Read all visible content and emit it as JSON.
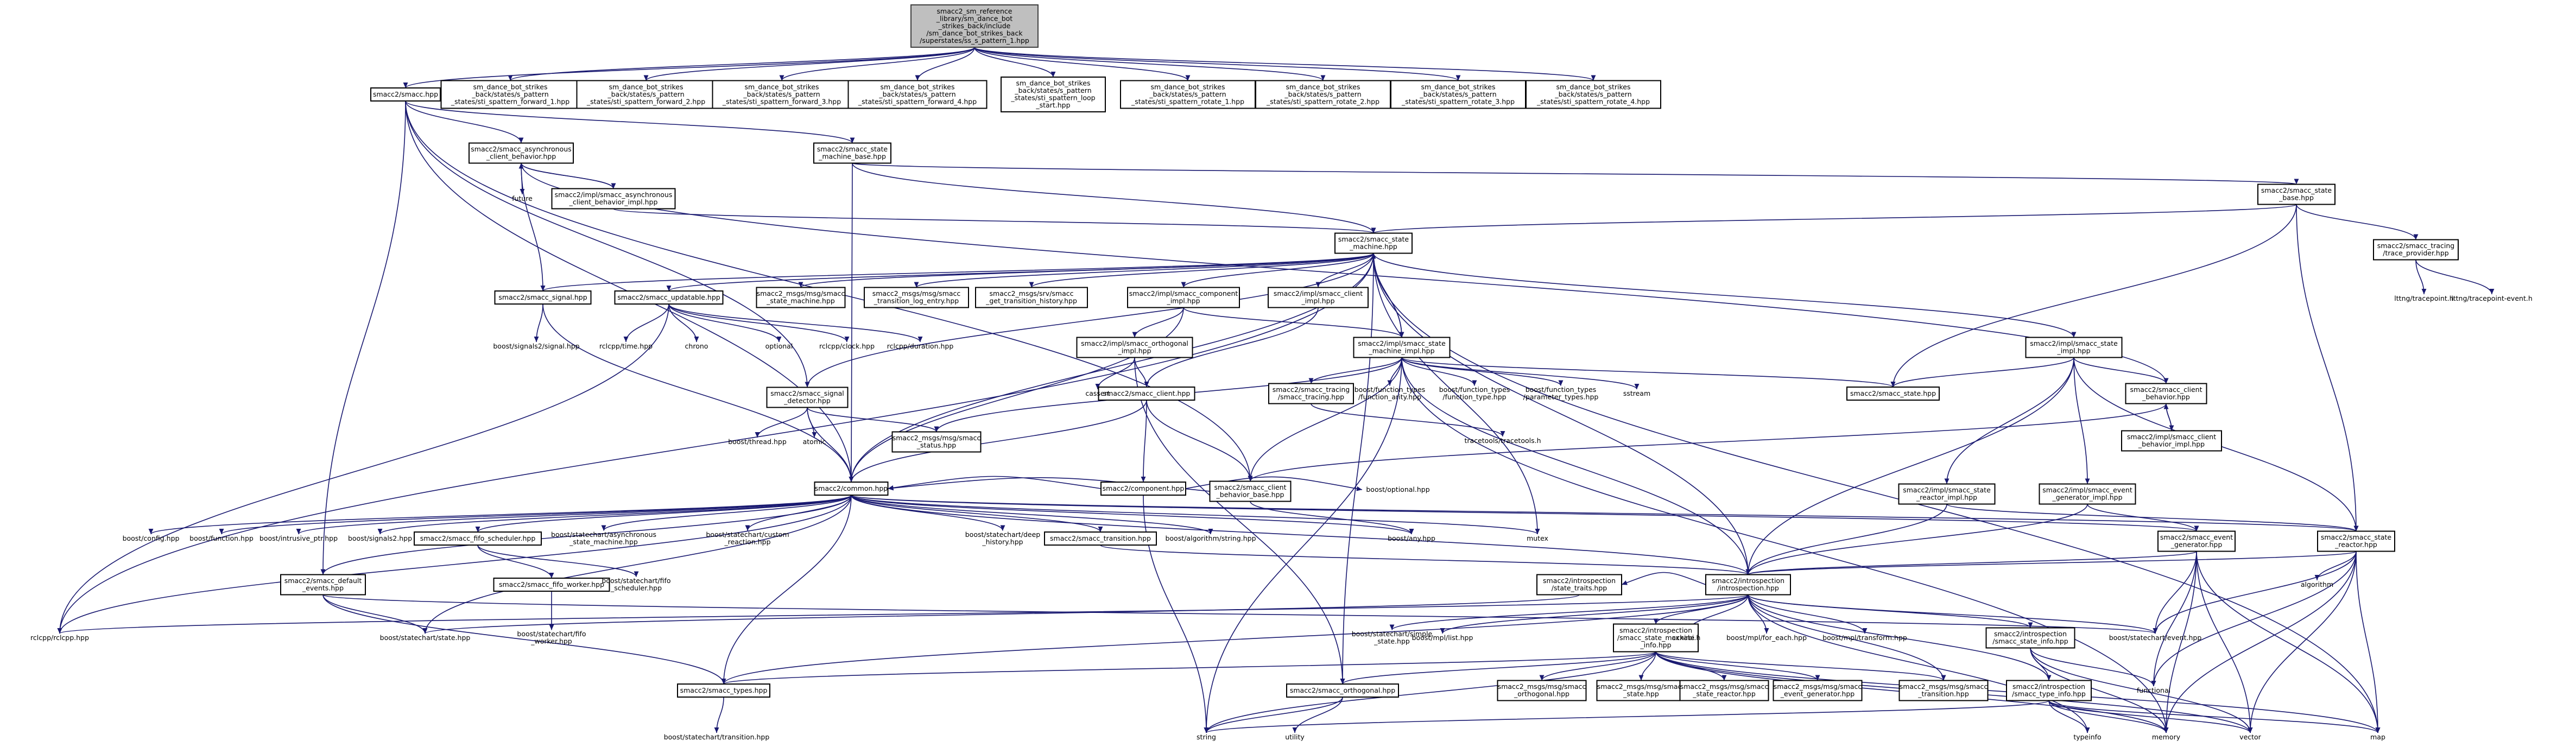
{
  "diagram": {
    "root": {
      "id": "root",
      "lines": [
        "smacc2_sm_reference",
        "_library/sm_dance_bot",
        "_strikes_back/include",
        "/sm_dance_bot_strikes_back",
        "/superstates/ss_s_pattern_1.hpp"
      ]
    },
    "boxes": [
      {
        "id": "smacc_hpp",
        "lines": [
          "smacc2/smacc.hpp"
        ]
      },
      {
        "id": "fwd1",
        "lines": [
          "sm_dance_bot_strikes",
          "_back/states/s_pattern",
          "_states/sti_spattern_forward_1.hpp"
        ]
      },
      {
        "id": "fwd2",
        "lines": [
          "sm_dance_bot_strikes",
          "_back/states/s_pattern",
          "_states/sti_spattern_forward_2.hpp"
        ]
      },
      {
        "id": "fwd3",
        "lines": [
          "sm_dance_bot_strikes",
          "_back/states/s_pattern",
          "_states/sti_spattern_forward_3.hpp"
        ]
      },
      {
        "id": "fwd4",
        "lines": [
          "sm_dance_bot_strikes",
          "_back/states/s_pattern",
          "_states/sti_spattern_forward_4.hpp"
        ]
      },
      {
        "id": "loop",
        "lines": [
          "sm_dance_bot_strikes",
          "_back/states/s_pattern",
          "_states/sti_spattern_loop",
          "_start.hpp"
        ]
      },
      {
        "id": "rot1",
        "lines": [
          "sm_dance_bot_strikes",
          "_back/states/s_pattern",
          "_states/sti_spattern_rotate_1.hpp"
        ]
      },
      {
        "id": "rot2",
        "lines": [
          "sm_dance_bot_strikes",
          "_back/states/s_pattern",
          "_states/sti_spattern_rotate_2.hpp"
        ]
      },
      {
        "id": "rot3",
        "lines": [
          "sm_dance_bot_strikes",
          "_back/states/s_pattern",
          "_states/sti_spattern_rotate_3.hpp"
        ]
      },
      {
        "id": "rot4",
        "lines": [
          "sm_dance_bot_strikes",
          "_back/states/s_pattern",
          "_states/sti_spattern_rotate_4.hpp"
        ]
      },
      {
        "id": "async",
        "lines": [
          "smacc2/smacc_asynchronous",
          "_client_behavior.hpp"
        ]
      },
      {
        "id": "async_impl",
        "lines": [
          "smacc2/impl/smacc_asynchronous",
          "_client_behavior_impl.hpp"
        ]
      },
      {
        "id": "sm_base",
        "lines": [
          "smacc2/smacc_state",
          "_machine_base.hpp"
        ]
      },
      {
        "id": "state_base",
        "lines": [
          "smacc2/smacc_state",
          "_base.hpp"
        ]
      },
      {
        "id": "sm_hpp",
        "lines": [
          "smacc2/smacc_state",
          "_machine.hpp"
        ]
      },
      {
        "id": "tracing_prov",
        "lines": [
          "smacc2/smacc_tracing",
          "/trace_provider.hpp"
        ]
      },
      {
        "id": "signal",
        "lines": [
          "smacc2/smacc_signal.hpp"
        ]
      },
      {
        "id": "updatable",
        "lines": [
          "smacc2/smacc_updatable.hpp"
        ]
      },
      {
        "id": "msg_sm",
        "lines": [
          "smacc2_msgs/msg/smacc",
          "_state_machine.hpp"
        ]
      },
      {
        "id": "msg_trans_log",
        "lines": [
          "smacc2_msgs/msg/smacc",
          "_transition_log_entry.hpp"
        ]
      },
      {
        "id": "srv_hist",
        "lines": [
          "smacc2_msgs/srv/smacc",
          "_get_transition_history.hpp"
        ]
      },
      {
        "id": "comp_impl",
        "lines": [
          "smacc2/impl/smacc_component",
          "_impl.hpp"
        ]
      },
      {
        "id": "client_impl",
        "lines": [
          "smacc2/impl/smacc_client",
          "_impl.hpp"
        ]
      },
      {
        "id": "orth_impl",
        "lines": [
          "smacc2/impl/smacc_orthogonal",
          "_impl.hpp"
        ]
      },
      {
        "id": "sm_impl",
        "lines": [
          "smacc2/impl/smacc_state",
          "_machine_impl.hpp"
        ]
      },
      {
        "id": "state_impl",
        "lines": [
          "smacc2/impl/smacc_state",
          "_impl.hpp"
        ]
      },
      {
        "id": "sig_det",
        "lines": [
          "smacc2/smacc_signal",
          "_detector.hpp"
        ]
      },
      {
        "id": "client",
        "lines": [
          "smacc2/smacc_client.hpp"
        ]
      },
      {
        "id": "tracing",
        "lines": [
          "smacc2/smacc_tracing",
          "/smacc_tracing.hpp"
        ]
      },
      {
        "id": "state_hpp",
        "lines": [
          "smacc2/smacc_state.hpp"
        ]
      },
      {
        "id": "cb_hpp",
        "lines": [
          "smacc2/smacc_client",
          "_behavior.hpp"
        ]
      },
      {
        "id": "cb_impl",
        "lines": [
          "smacc2/impl/smacc_client",
          "_behavior_impl.hpp"
        ]
      },
      {
        "id": "msg_status",
        "lines": [
          "smacc2_msgs/msg/smacc",
          "_status.hpp"
        ]
      },
      {
        "id": "component",
        "lines": [
          "smacc2/component.hpp"
        ]
      },
      {
        "id": "cb_base",
        "lines": [
          "smacc2/smacc_client",
          "_behavior_base.hpp"
        ]
      },
      {
        "id": "common",
        "lines": [
          "smacc2/common.hpp"
        ]
      },
      {
        "id": "reactor_impl",
        "lines": [
          "smacc2/impl/smacc_state",
          "_reactor_impl.hpp"
        ]
      },
      {
        "id": "evgen_impl",
        "lines": [
          "smacc2/impl/smacc_event",
          "_generator_impl.hpp"
        ]
      },
      {
        "id": "evgen",
        "lines": [
          "smacc2/smacc_event",
          "_generator.hpp"
        ]
      },
      {
        "id": "reactor",
        "lines": [
          "smacc2/smacc_state",
          "_reactor.hpp"
        ]
      },
      {
        "id": "fifo_sched",
        "lines": [
          "smacc2/smacc_fifo_scheduler.hpp"
        ]
      },
      {
        "id": "transition",
        "lines": [
          "smacc2/smacc_transition.hpp"
        ]
      },
      {
        "id": "fifo_worker",
        "lines": [
          "smacc2/smacc_fifo_worker.hpp"
        ]
      },
      {
        "id": "default_ev",
        "lines": [
          "smacc2/smacc_default",
          "_events.hpp"
        ]
      },
      {
        "id": "introspection",
        "lines": [
          "smacc2/introspection",
          "/introspection.hpp"
        ]
      },
      {
        "id": "state_traits",
        "lines": [
          "smacc2/introspection",
          "/state_traits.hpp"
        ]
      },
      {
        "id": "sm_info",
        "lines": [
          "smacc2/introspection",
          "/smacc_state_machine",
          "_info.hpp"
        ]
      },
      {
        "id": "state_info",
        "lines": [
          "smacc2/introspection",
          "/smacc_state_info.hpp"
        ]
      },
      {
        "id": "type_info",
        "lines": [
          "smacc2/introspection",
          "/smacc_type_info.hpp"
        ]
      },
      {
        "id": "types",
        "lines": [
          "smacc2/smacc_types.hpp"
        ]
      },
      {
        "id": "orthogonal",
        "lines": [
          "smacc2/smacc_orthogonal.hpp"
        ]
      },
      {
        "id": "m_orth",
        "lines": [
          "smacc2_msgs/msg/smacc",
          "_orthogonal.hpp"
        ]
      },
      {
        "id": "m_state",
        "lines": [
          "smacc2_msgs/msg/smacc",
          "_state.hpp"
        ]
      },
      {
        "id": "m_reactor",
        "lines": [
          "smacc2_msgs/msg/smacc",
          "_state_reactor.hpp"
        ]
      },
      {
        "id": "m_evgen",
        "lines": [
          "smacc2_msgs/msg/smacc",
          "_event_generator.hpp"
        ]
      },
      {
        "id": "m_trans",
        "lines": [
          "smacc2_msgs/msg/smacc",
          "_transition.hpp"
        ]
      }
    ],
    "leaves": [
      {
        "id": "future",
        "lines": [
          "future"
        ]
      },
      {
        "id": "tracepoint",
        "lines": [
          "lttng/tracepoint.h"
        ]
      },
      {
        "id": "tp_event",
        "lines": [
          "lttng/tracepoint-event.h"
        ]
      },
      {
        "id": "signals2",
        "lines": [
          "boost/signals2/signal.hpp"
        ]
      },
      {
        "id": "rclcpp_time",
        "lines": [
          "rclcpp/time.hpp"
        ]
      },
      {
        "id": "chrono",
        "lines": [
          "chrono"
        ]
      },
      {
        "id": "optional",
        "lines": [
          "optional"
        ]
      },
      {
        "id": "rclcpp_clock",
        "lines": [
          "rclcpp/clock.hpp"
        ]
      },
      {
        "id": "rclcpp_dur",
        "lines": [
          "rclcpp/duration.hpp"
        ]
      },
      {
        "id": "cassert",
        "lines": [
          "cassert"
        ]
      },
      {
        "id": "fa",
        "lines": [
          "boost/function_types",
          "/function_arity.hpp"
        ]
      },
      {
        "id": "ft",
        "lines": [
          "boost/function_types",
          "/function_type.hpp"
        ]
      },
      {
        "id": "fpt",
        "lines": [
          "boost/function_types",
          "/parameter_types.hpp"
        ]
      },
      {
        "id": "sstream",
        "lines": [
          "sstream"
        ]
      },
      {
        "id": "tracetools",
        "lines": [
          "tracetools/tracetools.h"
        ]
      },
      {
        "id": "thread",
        "lines": [
          "boost/thread.hpp"
        ]
      },
      {
        "id": "atomic",
        "lines": [
          "atomic"
        ]
      },
      {
        "id": "boost_optional",
        "lines": [
          "boost/optional.hpp"
        ]
      },
      {
        "id": "boost_config",
        "lines": [
          "boost/config.hpp"
        ]
      },
      {
        "id": "boost_function",
        "lines": [
          "boost/function.hpp"
        ]
      },
      {
        "id": "intrusive",
        "lines": [
          "boost/intrusive_ptr.hpp"
        ]
      },
      {
        "id": "signals2_hpp",
        "lines": [
          "boost/signals2.hpp"
        ]
      },
      {
        "id": "async_sm",
        "lines": [
          "boost/statechart/asynchronous",
          "_state_machine.hpp"
        ]
      },
      {
        "id": "custom_reaction",
        "lines": [
          "boost/statechart/custom",
          "_reaction.hpp"
        ]
      },
      {
        "id": "deep_history",
        "lines": [
          "boost/statechart/deep",
          "_history.hpp"
        ]
      },
      {
        "id": "string_alg",
        "lines": [
          "boost/algorithm/string.hpp"
        ]
      },
      {
        "id": "boost_any",
        "lines": [
          "boost/any.hpp"
        ]
      },
      {
        "id": "mutex",
        "lines": [
          "mutex"
        ]
      },
      {
        "id": "fifo_sc",
        "lines": [
          "boost/statechart/fifo",
          "_scheduler.hpp"
        ]
      },
      {
        "id": "fifo_worker_sc",
        "lines": [
          "boost/statechart/fifo",
          "_worker.hpp"
        ]
      },
      {
        "id": "rclcpp",
        "lines": [
          "rclcpp/rclcpp.hpp"
        ]
      },
      {
        "id": "state_sc",
        "lines": [
          "boost/statechart/state.hpp"
        ]
      },
      {
        "id": "simple_state",
        "lines": [
          "boost/statechart/simple",
          "_state.hpp"
        ]
      },
      {
        "id": "mpl_list",
        "lines": [
          "boost/mpl/list.hpp"
        ]
      },
      {
        "id": "cxxabi",
        "lines": [
          "cxxabi.h"
        ]
      },
      {
        "id": "mpl_foreach",
        "lines": [
          "boost/mpl/for_each.hpp"
        ]
      },
      {
        "id": "mpl_transform",
        "lines": [
          "boost/mpl/transform.hpp"
        ]
      },
      {
        "id": "event_sc",
        "lines": [
          "boost/statechart/event.hpp"
        ]
      },
      {
        "id": "algorithm",
        "lines": [
          "algorithm"
        ]
      },
      {
        "id": "functional",
        "lines": [
          "functional"
        ]
      },
      {
        "id": "transition_sc",
        "lines": [
          "boost/statechart/transition.hpp"
        ]
      },
      {
        "id": "utility",
        "lines": [
          "utility"
        ]
      },
      {
        "id": "string",
        "lines": [
          "string"
        ]
      },
      {
        "id": "typeinfo",
        "lines": [
          "typeinfo"
        ]
      },
      {
        "id": "memory",
        "lines": [
          "memory"
        ]
      },
      {
        "id": "vector",
        "lines": [
          "vector"
        ]
      },
      {
        "id": "map",
        "lines": [
          "map"
        ]
      }
    ]
  }
}
